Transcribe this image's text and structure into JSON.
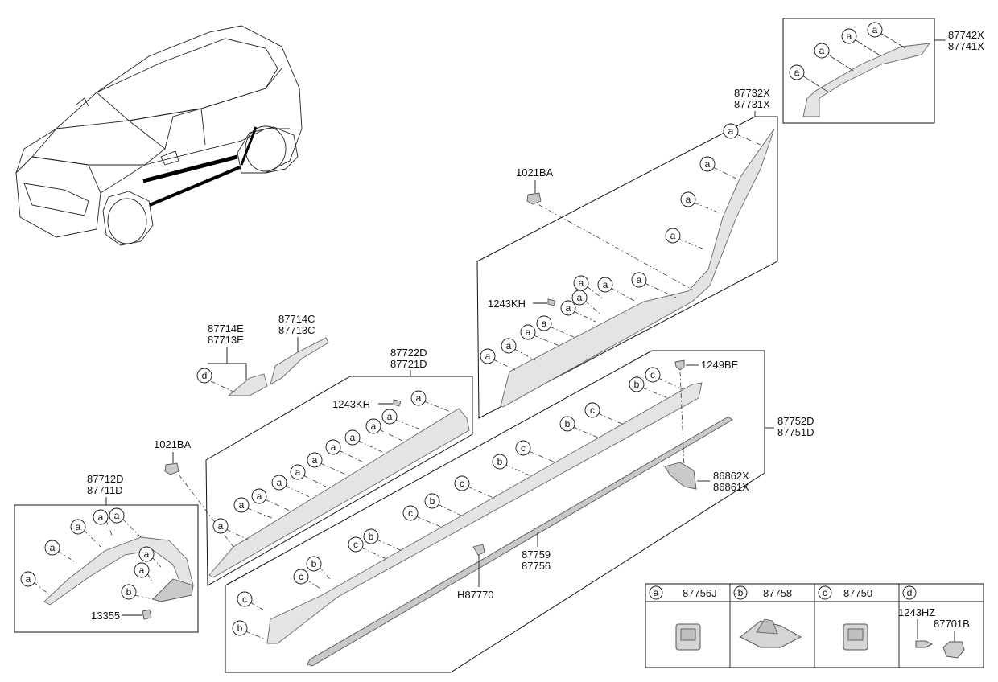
{
  "parts": {
    "rear_garnish": [
      "87742X",
      "87741X"
    ],
    "rear_side_moulding": [
      "87732X",
      "87731X"
    ],
    "clip_upper": "1021BA",
    "clip_lower": "1021BA",
    "screw_upper": "1243KH",
    "screw_lower": "1243KH",
    "front_garnish_e": [
      "87714E",
      "87713E"
    ],
    "front_garnish_c": [
      "87714C",
      "87713C"
    ],
    "front_door_moulding": [
      "87722D",
      "87721D"
    ],
    "side_sill": [
      "87752D",
      "87751D"
    ],
    "bolt_1249": "1249BE",
    "bracket": [
      "86862X",
      "86861X"
    ],
    "sill_strip": [
      "87759",
      "87756"
    ],
    "retainer": "H87770",
    "front_wheel_moulding": [
      "87712D",
      "87711D"
    ],
    "clip_13355": "13355"
  },
  "callout_letters": {
    "a": "a",
    "b": "b",
    "c": "c",
    "d": "d"
  },
  "legend": {
    "headers": [
      {
        "letter": "a",
        "part": "87756J"
      },
      {
        "letter": "b",
        "part": "87758"
      },
      {
        "letter": "c",
        "part": "87750"
      },
      {
        "letter": "d",
        "part": ""
      }
    ],
    "d_parts": [
      "1243HZ",
      "87701B"
    ]
  }
}
